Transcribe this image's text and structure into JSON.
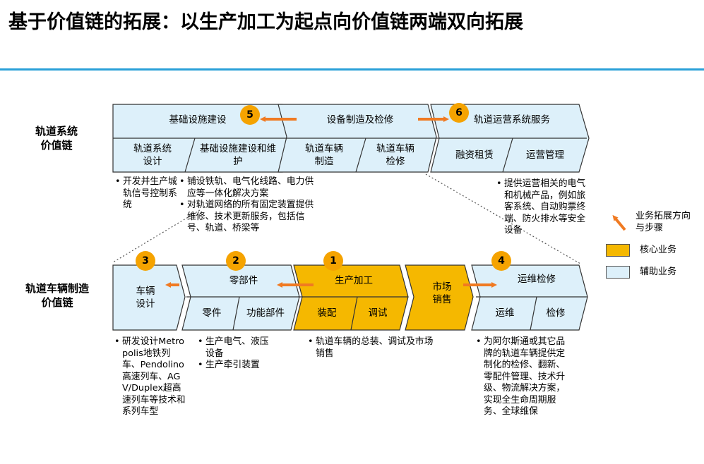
{
  "title": "基于价值链的拓展：以生产加工为起点向价值链两端双向拓展",
  "rows": {
    "top": "轨道系统价值链",
    "bottom": "轨道车辆制造价值链"
  },
  "top_chain": {
    "infra": {
      "title": "基础设施建设",
      "sub1": "轨道系统设计",
      "sub2": "基础设施建设和维护"
    },
    "equip": {
      "title": "设备制造及检修",
      "sub1": "轨道车辆制造",
      "sub2": "轨道车辆检修"
    },
    "ops": {
      "title": "轨道运营系统服务",
      "sub1": "融资租赁",
      "sub2": "运营管理"
    }
  },
  "bottom_chain": {
    "design": {
      "title": "车辆设计"
    },
    "parts": {
      "title": "零部件",
      "sub1": "零件",
      "sub2": "功能部件"
    },
    "production": {
      "title": "生产加工",
      "sub1": "装配",
      "sub2": "调试"
    },
    "market": {
      "title": "市场销售"
    },
    "maint": {
      "title": "运维检修",
      "sub1": "运维",
      "sub2": "检修"
    }
  },
  "steps": [
    "1",
    "2",
    "3",
    "4",
    "5",
    "6"
  ],
  "notes": {
    "top_left": [
      "开发并生产城轨信号控制系统"
    ],
    "top_mid": [
      "铺设铁轨、电气化线路、电力供应等一体化解决方案",
      "对轨道网络的所有固定装置提供维修、技术更新服务，包括信号、轨道、桥梁等"
    ],
    "top_right": [
      "提供运营相关的电气和机械产品，例如旅客系统、自动购票终端、防火排水等安全设备"
    ],
    "bottom_design": [
      "研发设计Metropolis地铁列车、Pendolino高速列车、AGV/Duplex超高速列车等技术和系列车型"
    ],
    "bottom_parts": [
      "生产电气、液压设备",
      "生产牵引装置"
    ],
    "bottom_production": [
      "轨道车辆的总装、调试及市场销售"
    ],
    "bottom_maint": [
      "为阿尔斯通或其它品牌的轨道车辆提供定制化的检修、翻新、零配件管理、技术升级、物流解决方案，实现全生命周期服务、全球维保"
    ]
  },
  "legend": {
    "arrow": "业务拓展方向与步骤",
    "core": "核心业务",
    "aux": "辅助业务"
  },
  "colors": {
    "aux_fill": "#ddf0fa",
    "core_fill": "#f5b800",
    "arrow": "#f07a22",
    "accent_rule": "#29a0d8"
  }
}
